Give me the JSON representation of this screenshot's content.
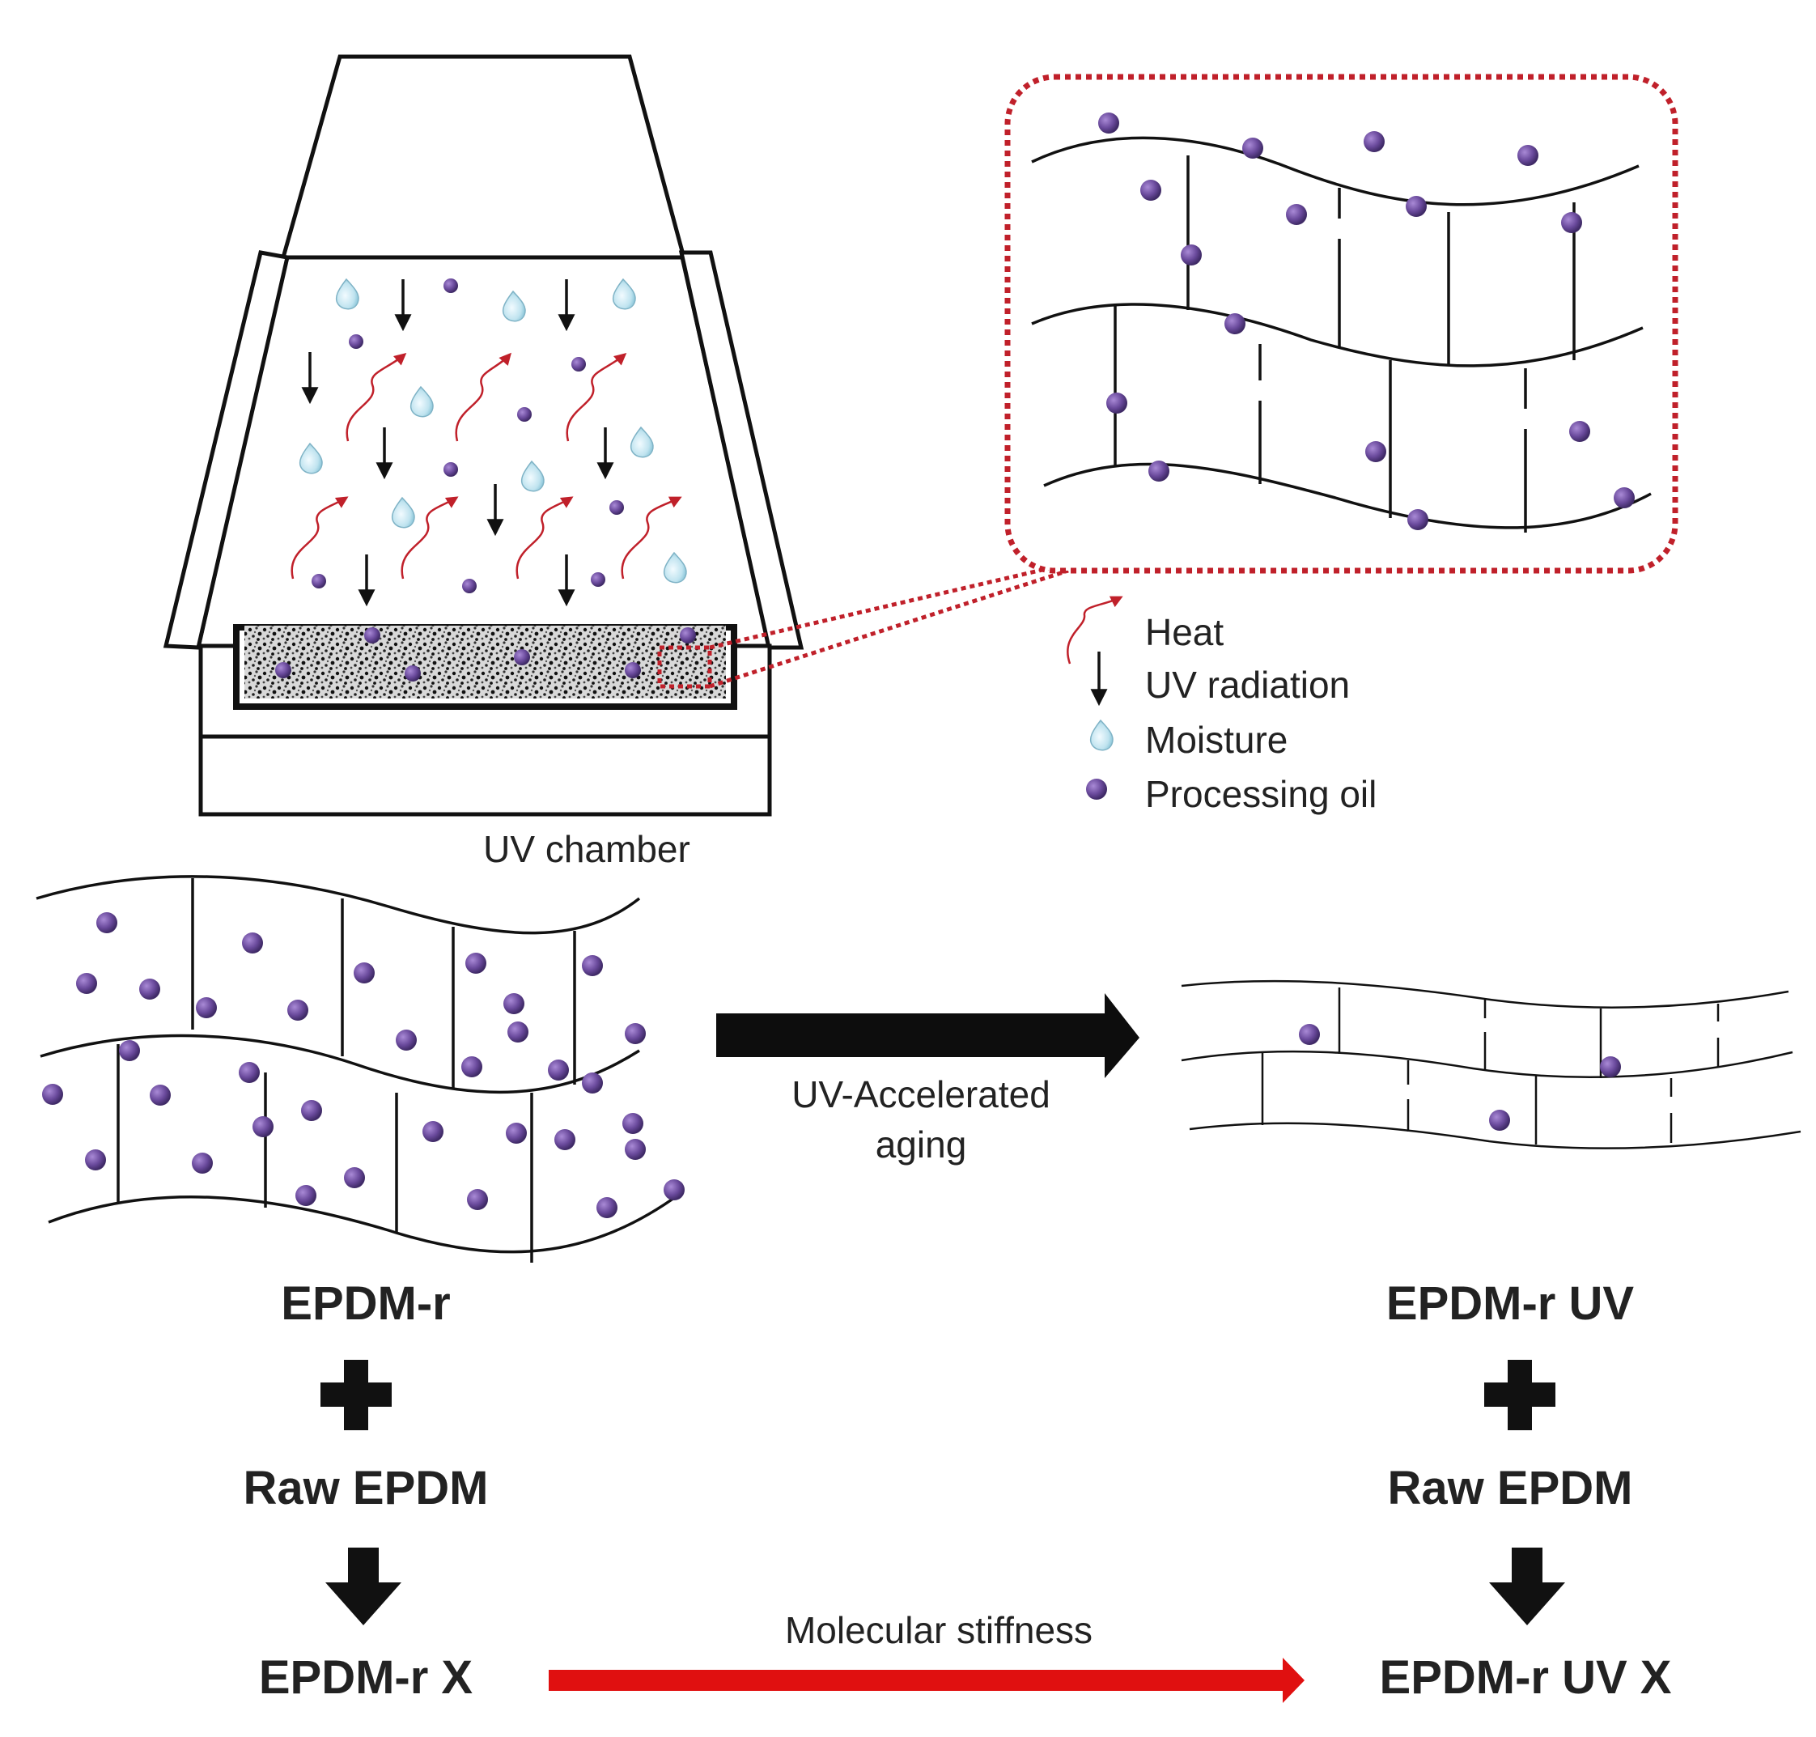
{
  "chamber": {
    "label": "UV chamber"
  },
  "legend": [
    {
      "icon": "heat-icon",
      "label": "Heat"
    },
    {
      "icon": "uv-arrow-icon",
      "label": "UV radiation"
    },
    {
      "icon": "moisture-icon",
      "label": "Moisture"
    },
    {
      "icon": "oil-dot-icon",
      "label": "Processing oil"
    }
  ],
  "process": {
    "aging_label_line1": "UV-Accelerated",
    "aging_label_line2": "aging"
  },
  "left_column": {
    "title": "EPDM-r",
    "plus_icon": "plus-icon",
    "component": "Raw EPDM",
    "arrow_icon": "down-arrow-icon",
    "product": "EPDM-r X"
  },
  "right_column": {
    "title": "EPDM-r UV",
    "plus_icon": "plus-icon",
    "component": "Raw EPDM",
    "arrow_icon": "down-arrow-icon",
    "product": "EPDM-r UV X"
  },
  "comparison": {
    "label": "Molecular stiffness"
  },
  "colors": {
    "oil": "#6a4a9c",
    "heat": "#c0202a",
    "moisture": "#bfe3ef",
    "zoom_border": "#c0202a",
    "stiffness_arrow": "#e01010"
  }
}
